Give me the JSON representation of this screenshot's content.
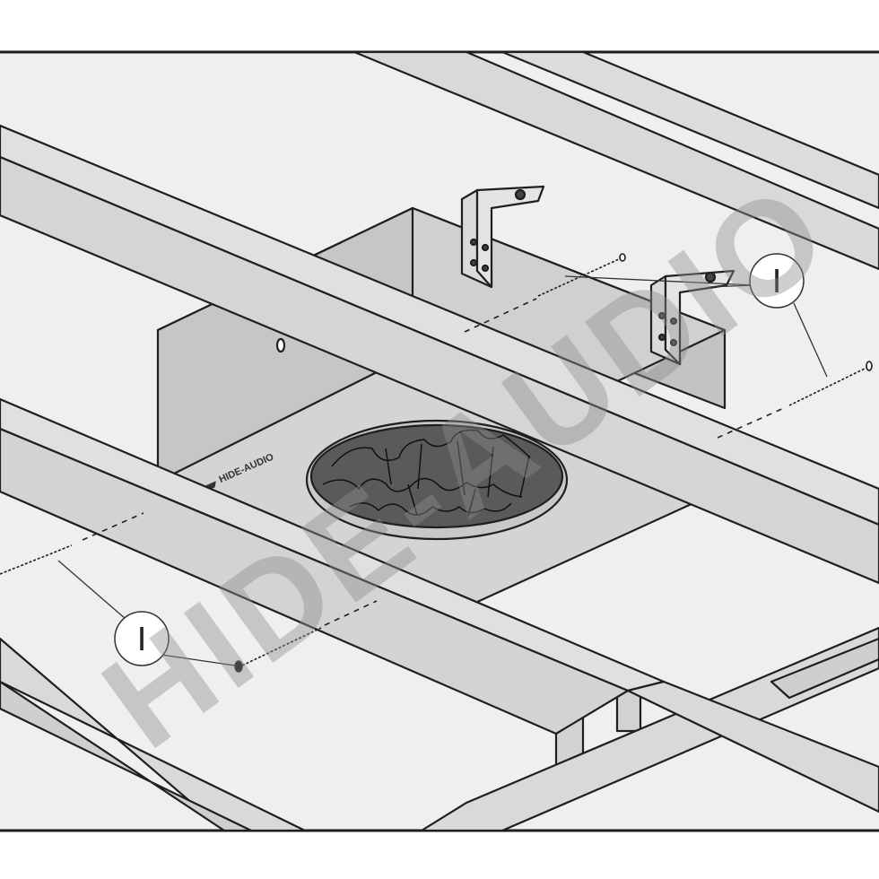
{
  "diagram": {
    "callouts": [
      {
        "label": "I"
      },
      {
        "label": "I"
      }
    ],
    "product_label": "HIDE-AUDIO",
    "watermark": "HIDE-AUDIO"
  },
  "colors": {
    "background": "#efefef",
    "frame_member": "#d9d9d9",
    "box_side": "#c6c6c6",
    "box_bottom": "#d4d4d4",
    "outline": "#1f1f1f",
    "watermark": "#8c8c8c"
  }
}
